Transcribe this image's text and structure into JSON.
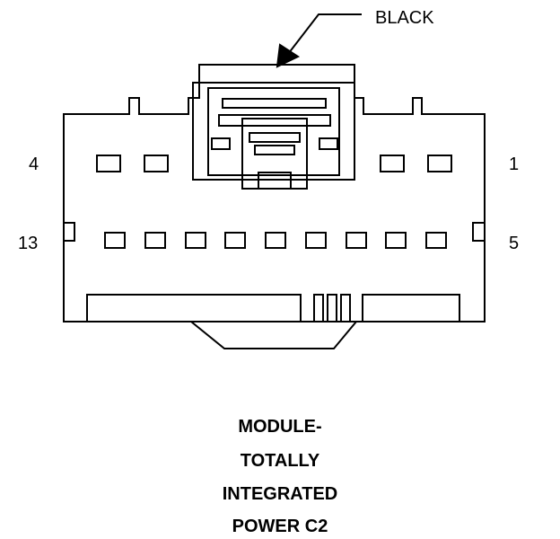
{
  "connector": {
    "color_label": "BLACK",
    "pin_labels": {
      "top_left": "4",
      "top_right": "1",
      "bottom_left": "13",
      "bottom_right": "5"
    },
    "row1_pin_count": 4,
    "row2_pin_count": 9
  },
  "caption": {
    "line1": "MODULE-",
    "line2": "TOTALLY",
    "line3": "INTEGRATED",
    "line4": "POWER C2"
  },
  "colors": {
    "stroke": "#000000",
    "background": "#ffffff"
  }
}
